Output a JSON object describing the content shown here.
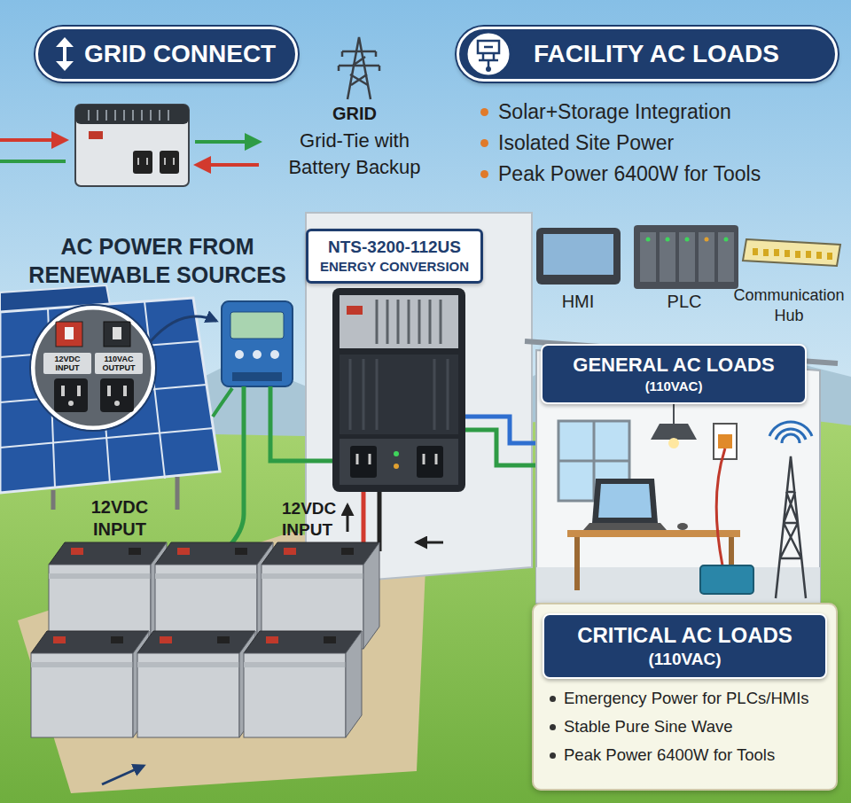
{
  "diagram": {
    "nodes": [
      {
        "text": [
          "GRID CONNECT"
        ]
      },
      {
        "text": [
          "FACILITY AC LOADS"
        ]
      },
      {
        "text": [
          "12VDC INPUT",
          "110VAC OUTPUT"
        ]
      },
      {
        "text": [
          "NTS-3200-112US",
          "ENERGY CONVERSION"
        ]
      },
      {
        "text": [
          "GENERAL AC LOADS",
          "(110VAC)"
        ]
      },
      {
        "text": [
          "Emergency Power for PLCs/HMIs",
          "Stable Pure Sine Wave",
          "Peak Power 6400W for Tools"
        ]
      },
      {
        "text": [
          "CRITICAL AC LOADS",
          "(110VAC)"
        ],
        "in": 5
      }
    ],
    "labels": [
      "GRID",
      "Grid-Tie with Battery Backup",
      "Solar+Storage Integration",
      "Isolated Site Power",
      "Peak Power 6400W for Tools",
      "AC POWER FROM RENEWABLE SOURCES",
      "HMI",
      "PLC",
      "Communication Hub",
      "12VDC INPUT",
      "12VDC INPUT"
    ]
  }
}
